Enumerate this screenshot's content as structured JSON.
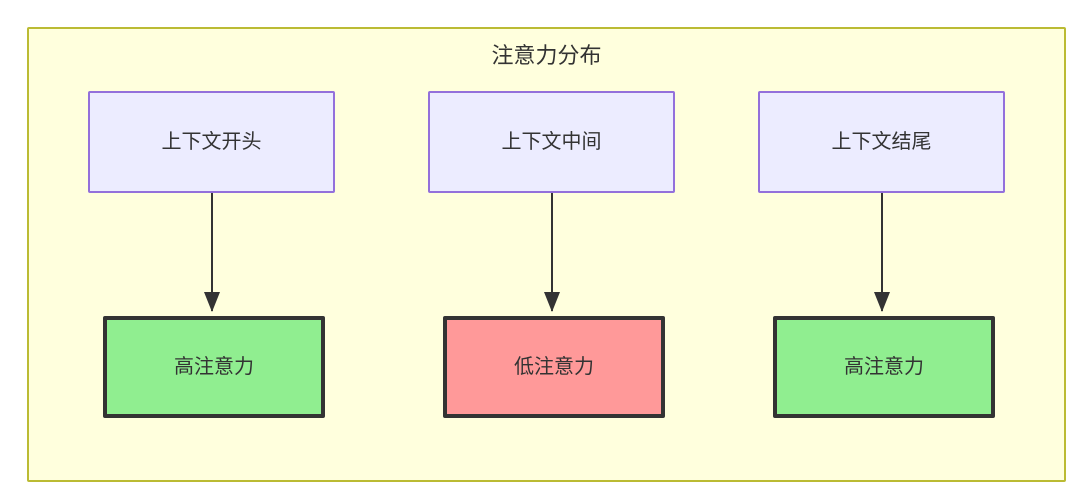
{
  "diagram": {
    "title": "注意力分布",
    "container": {
      "fill": "#ffffdd",
      "stroke": "#bbbb33"
    },
    "nodes": {
      "top": [
        {
          "id": "context-start",
          "label": "上下文开头",
          "fill": "#ececff",
          "stroke": "#9370db"
        },
        {
          "id": "context-middle",
          "label": "上下文中间",
          "fill": "#ececff",
          "stroke": "#9370db"
        },
        {
          "id": "context-end",
          "label": "上下文结尾",
          "fill": "#ececff",
          "stroke": "#9370db"
        }
      ],
      "bottom": [
        {
          "id": "high-attention-start",
          "label": "高注意力",
          "fill": "#90ee90",
          "stroke": "#333333"
        },
        {
          "id": "low-attention-middle",
          "label": "低注意力",
          "fill": "#ff9999",
          "stroke": "#333333"
        },
        {
          "id": "high-attention-end",
          "label": "高注意力",
          "fill": "#90ee90",
          "stroke": "#333333"
        }
      ]
    },
    "edges": [
      {
        "from": "context-start",
        "to": "high-attention-start"
      },
      {
        "from": "context-middle",
        "to": "low-attention-middle"
      },
      {
        "from": "context-end",
        "to": "high-attention-end"
      }
    ],
    "text_color": "#333333",
    "arrow_color": "#333333"
  }
}
